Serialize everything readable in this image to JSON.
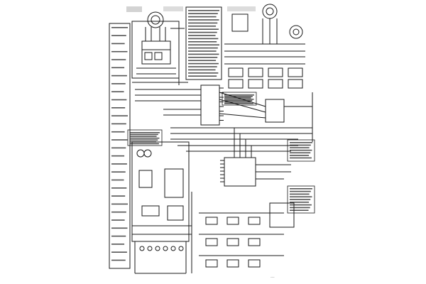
{
  "diagram": {
    "kind": "circuit-schematic",
    "ink_color": "#1a1a1a",
    "paper_color": "#ffffff",
    "credit_text": "...",
    "text_blocks": [
      {
        "id": "left-annotation",
        "lines": 30,
        "legible": false
      },
      {
        "id": "top-center-annotation",
        "lines": 22,
        "legible": false
      },
      {
        "id": "mid-note-1",
        "lines": 7,
        "legible": false
      },
      {
        "id": "mid-note-2",
        "lines": 7,
        "legible": false
      },
      {
        "id": "right-note",
        "lines": 7,
        "legible": false
      },
      {
        "id": "bottom-right-note",
        "lines": 9,
        "legible": false
      }
    ],
    "components": [
      "motor",
      "motor",
      "motor",
      "ic",
      "ic",
      "ic",
      "transformer"
    ]
  }
}
